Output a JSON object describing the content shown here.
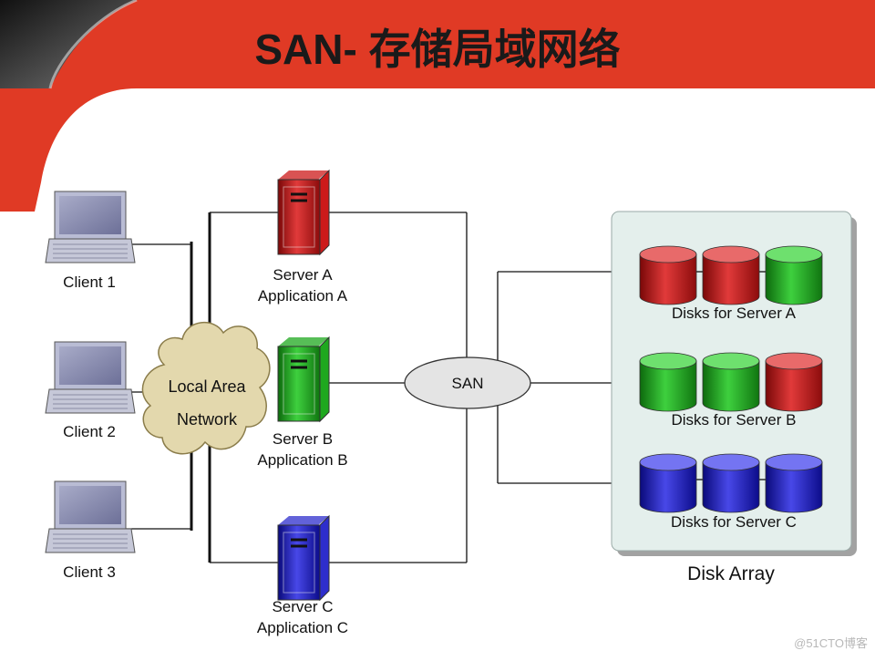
{
  "title": "SAN- 存储局域网络",
  "watermark": "@51CTO博客",
  "clients": [
    {
      "label": "Client 1"
    },
    {
      "label": "Client 2"
    },
    {
      "label": "Client 3"
    }
  ],
  "lan": {
    "line1": "Local Area",
    "line2": "Network"
  },
  "servers": [
    {
      "name": "Server A",
      "app": "Application A",
      "color": "#cc1a1a"
    },
    {
      "name": "Server B",
      "app": "Application B",
      "color": "#1fa81f"
    },
    {
      "name": "Server C",
      "app": "Application C",
      "color": "#2e2ecc"
    }
  ],
  "san": {
    "label": "SAN"
  },
  "disk_array": {
    "label": "Disk Array",
    "groups": [
      {
        "label": "Disks for Server A",
        "disks": [
          "red",
          "red",
          "green"
        ]
      },
      {
        "label": "Disks for Server B",
        "disks": [
          "green",
          "green",
          "red"
        ]
      },
      {
        "label": "Disks for Server C",
        "disks": [
          "blue",
          "blue",
          "blue"
        ]
      }
    ]
  },
  "colors": {
    "banner": "#e03a25",
    "red": "#c81a1a",
    "green": "#22a322",
    "blue": "#2121c8",
    "cloud": "#e3d8ad",
    "array_bg": "#e4efec"
  }
}
